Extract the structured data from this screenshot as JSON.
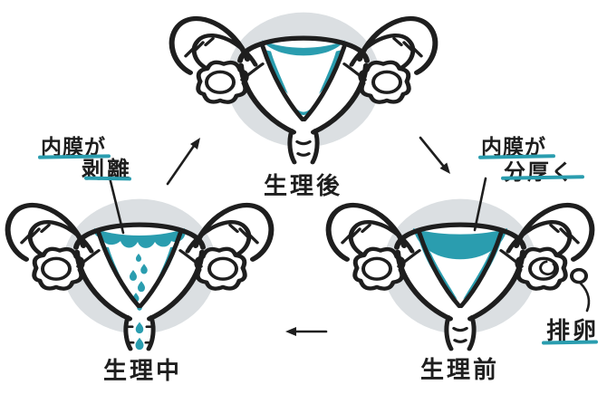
{
  "colors": {
    "background": "#ffffff",
    "ink": "#1e1e1e",
    "teal": "#2a9daf",
    "gray": "#dbdfe2"
  },
  "cycle": {
    "after": {
      "label": "生理後"
    },
    "during": {
      "label": "生理中",
      "annotation_line1": "内膜が",
      "annotation_line2": "剥離"
    },
    "before": {
      "label": "生理前",
      "annotation_line1": "内膜が",
      "annotation_line2": "分厚く",
      "ovulation_label": "排卵"
    }
  }
}
